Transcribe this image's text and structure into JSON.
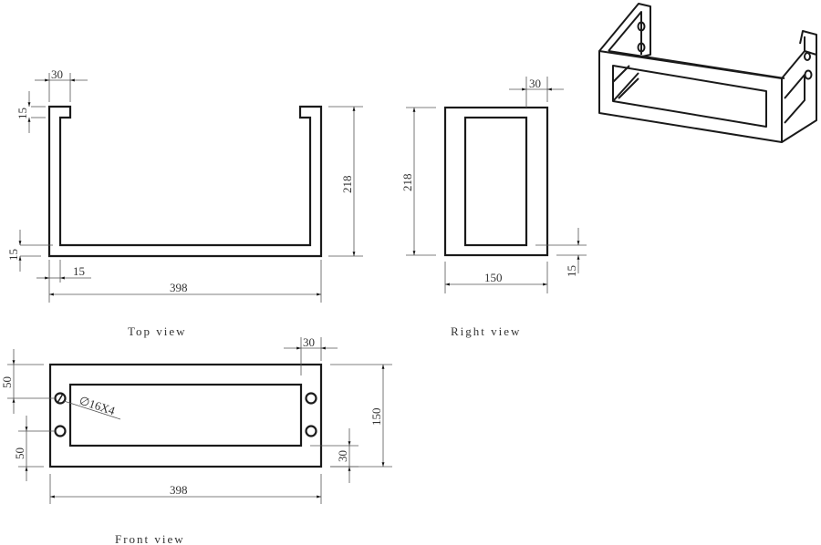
{
  "views": {
    "top": {
      "caption": "Top view",
      "dims": {
        "lip_width": "30",
        "lip_height": "15",
        "height": "218",
        "wall_bottom": "15",
        "wall_side": "15",
        "width": "398"
      }
    },
    "right": {
      "caption": "Right view",
      "dims": {
        "frame_width": "30",
        "height": "218",
        "width": "150",
        "frame_bottom": "15"
      }
    },
    "front": {
      "caption": "Front view",
      "dims": {
        "frame_width": "30",
        "hole_offset_top": "50",
        "hole_offset_bottom": "50",
        "hole_callout": "∅16X4",
        "height": "150",
        "frame_bottom": "30",
        "width": "398"
      }
    },
    "isometric": {
      "label": "isometric-bracket"
    }
  }
}
